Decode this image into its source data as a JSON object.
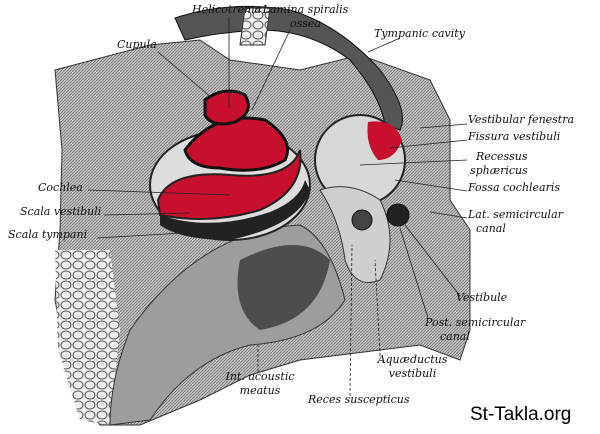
{
  "labels": {
    "helicotrema": "Helicotrema",
    "lamina_1": "Lamina spiralis",
    "lamina_2": "ossea",
    "cupula": "Cupula",
    "tympanic_cavity": "Tympanic cavity",
    "vestibular_fenestra": "Vestibular fenestra",
    "fissura_vestibuli": "Fissura vestibuli",
    "recessus_1": "Recessus",
    "recessus_2": "sphæricus",
    "fossa_cochlearis": "Fossa cochlearis",
    "lat_canal_1": "Lat. semicircular",
    "lat_canal_2": "canal",
    "cochlea": "Cochlea",
    "scala_vestibuli": "Scala vestibuli",
    "scala_tympani": "Scala tympani",
    "vestibule": "Vestibule",
    "post_canal_1": "Post. semicircular",
    "post_canal_2": "canal",
    "aquaeductus_1": "Aquæductus",
    "aquaeductus_2": "vestibuli",
    "meatus_1": "Int. acoustic",
    "meatus_2": "meatus",
    "reces": "Reces suscepticus"
  },
  "watermark": "St-Takla.org",
  "colors": {
    "bone": "#9a9a9a",
    "highlight": "#c8102e",
    "dark": "#222222"
  }
}
